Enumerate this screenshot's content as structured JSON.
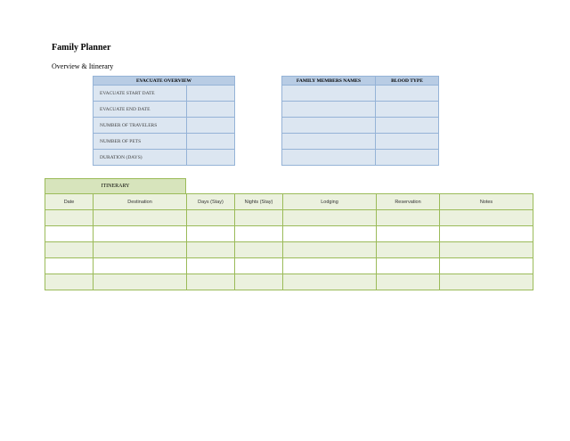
{
  "header": {
    "title": "Family  Planner",
    "subtitle": "Overview & Itinerary"
  },
  "evacuate_overview": {
    "heading": "EVACUATE OVERVIEW",
    "rows": [
      {
        "label": "EVACUATE START DATE",
        "value": ""
      },
      {
        "label": "EVACUATE END DATE",
        "value": ""
      },
      {
        "label": "NUMBER OF TRAVELERS",
        "value": ""
      },
      {
        "label": "NUMBER OF PETS",
        "value": ""
      },
      {
        "label": "DURATION (DAYS)",
        "value": ""
      }
    ]
  },
  "family_members": {
    "headers": [
      "FAMILY MEMBERS  NAMES",
      "BLOOD TYPE"
    ],
    "rows": [
      [
        "",
        ""
      ],
      [
        "",
        ""
      ],
      [
        "",
        ""
      ],
      [
        "",
        ""
      ],
      [
        "",
        ""
      ]
    ]
  },
  "itinerary": {
    "heading": "ITINERARY",
    "columns": [
      "Date",
      "Destination",
      "Days (Stay)",
      "Nights (Stay)",
      "Lodging",
      "Reservation",
      "Notes"
    ],
    "rows": [
      [
        "",
        "",
        "",
        "",
        "",
        "",
        ""
      ],
      [
        "",
        "",
        "",
        "",
        "",
        "",
        ""
      ],
      [
        "",
        "",
        "",
        "",
        "",
        "",
        ""
      ],
      [
        "",
        "",
        "",
        "",
        "",
        "",
        ""
      ],
      [
        "",
        "",
        "",
        "",
        "",
        "",
        ""
      ]
    ]
  }
}
